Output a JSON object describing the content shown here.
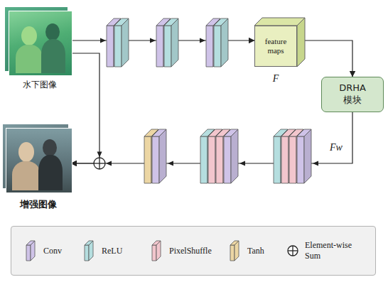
{
  "diagram": {
    "nodes": [
      {
        "text": [
          "水下图像"
        ]
      },
      {
        "text": [
          "feature maps",
          "F"
        ]
      },
      {
        "text": [
          "DRHA 模块"
        ]
      },
      {
        "text": [
          "增强图像"
        ]
      }
    ],
    "edges": [
      {
        "from": 0,
        "to": 1,
        "arrow": "to"
      },
      {
        "from": 1,
        "to": 2,
        "arrow": "to"
      },
      {
        "from": 2,
        "to": 3,
        "arrow": "to",
        "label": "Fw"
      },
      {
        "from": 0,
        "to": 3,
        "arrow": "to"
      }
    ],
    "legend": [
      {
        "text": "Conv",
        "color": "#cfc3e8"
      },
      {
        "text": "ReLU",
        "color": "#b5dedf"
      },
      {
        "text": "PixelShuffle",
        "color": "#f2c6cd"
      },
      {
        "text": "Tanh",
        "color": "#ecd6a4"
      },
      {
        "text": "Element-wise Sum"
      }
    ]
  }
}
